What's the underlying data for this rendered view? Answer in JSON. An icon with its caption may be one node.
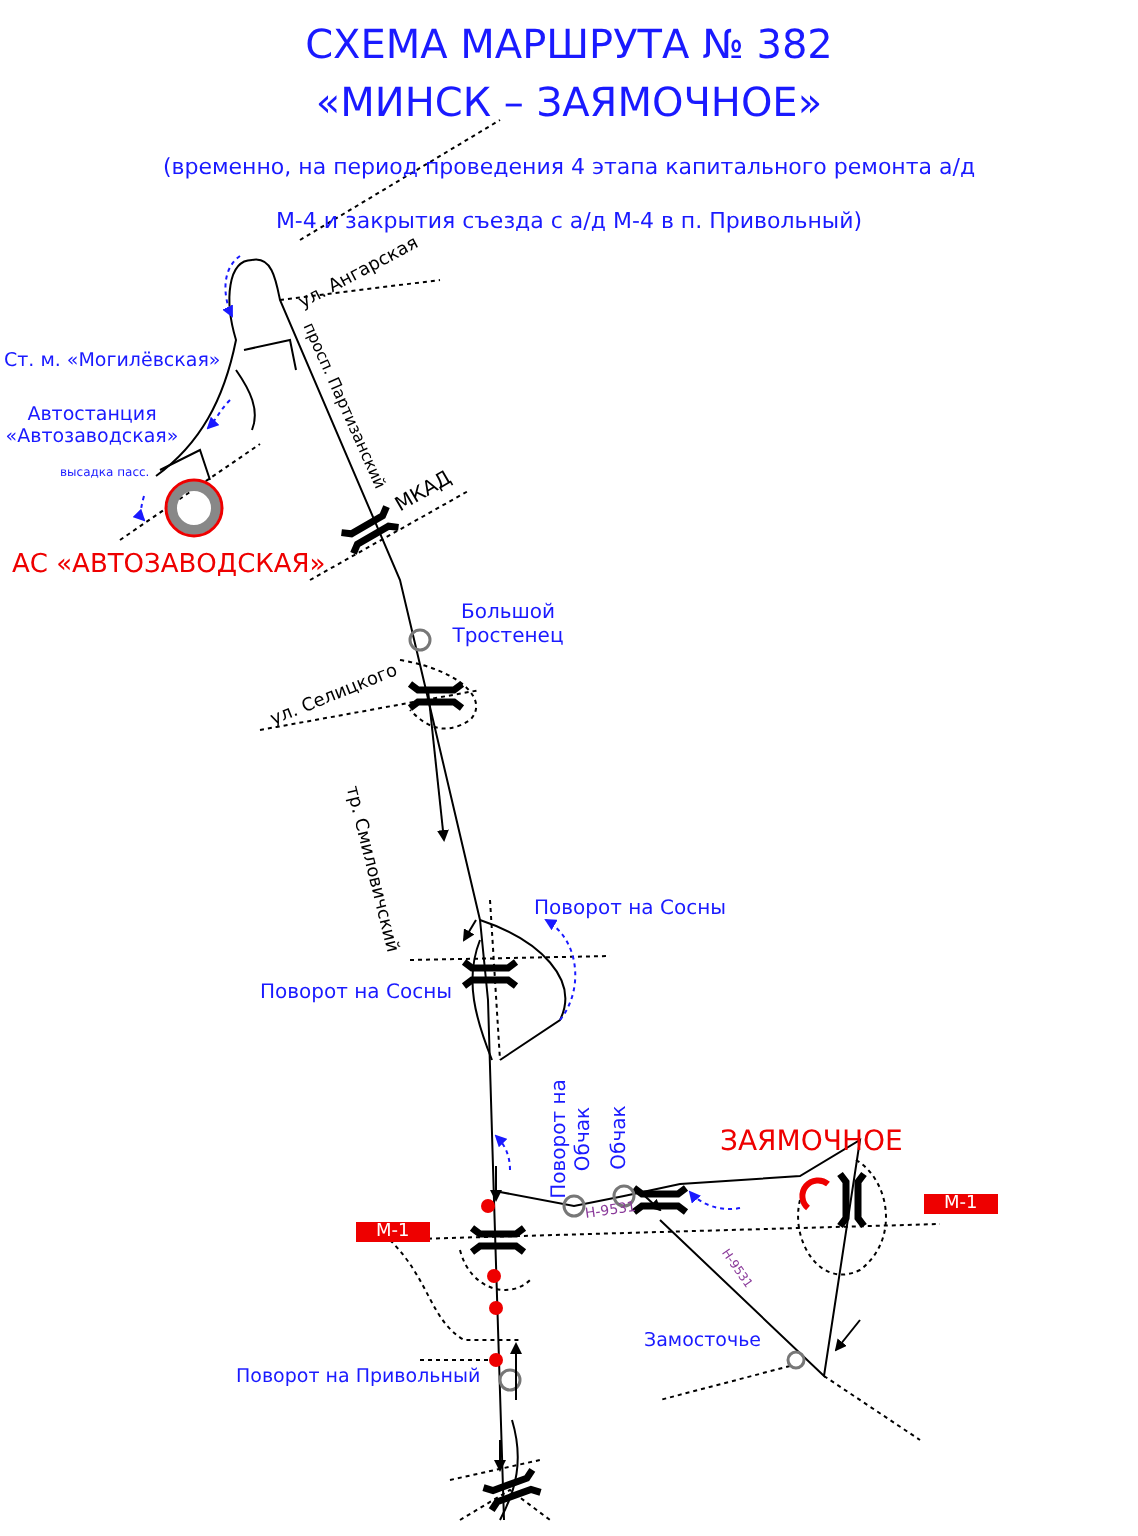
{
  "diagram": {
    "title": "СХЕМА МАРШРУТА № 382 «МИНСК – ЗАЯМОЧНОЕ»",
    "caption": "(временно, на период проведения 4 этапа капитального ремонта а/д М-4 и закрытия съезда с а/д М-4 в п. Привольный)",
    "labels": [
      "ул. Ангарская",
      "Ст. м. «Могилёвская»",
      "просп. Партизанский",
      "Автостанция «Автозаводская»",
      "высадка пасс.",
      "МКАД",
      "АС «АВТОЗАВОДСКАЯ»",
      "Большой Тростенец",
      "ул. Селицкого",
      "тр. Смиловичский",
      "Поворот на Сосны",
      "Поворот на Сосны",
      "Поворот на Обчак",
      "Обчак",
      "ЗАЯМОЧНОЕ",
      "М-1",
      "Н-9531",
      "М-1",
      "Н-9531",
      "Замосточье",
      "Поворот на Привольный"
    ]
  }
}
